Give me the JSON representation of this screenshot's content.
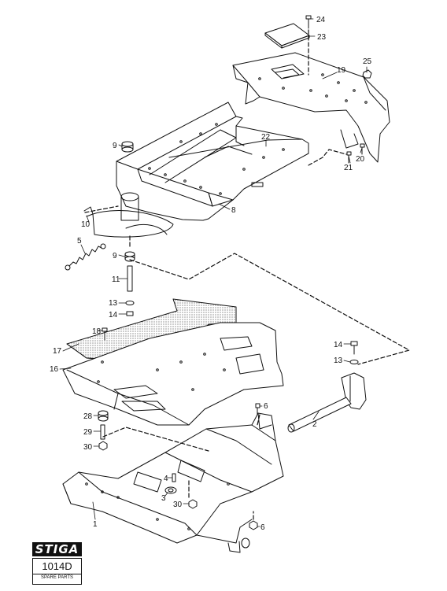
{
  "callouts": [
    "1",
    "2",
    "3",
    "4",
    "5",
    "6",
    "6",
    "8",
    "9",
    "9",
    "10",
    "11",
    "13",
    "13",
    "14",
    "14",
    "16",
    "17",
    "18",
    "19",
    "20",
    "21",
    "22",
    "23",
    "24",
    "25",
    "28",
    "29",
    "30",
    "30"
  ],
  "brand": {
    "logo": "STIGA",
    "code": "1014D",
    "caption": "SPARE PARTS"
  },
  "colors": {
    "line": "#111111",
    "background": "#ffffff",
    "hatch": "#555555"
  }
}
